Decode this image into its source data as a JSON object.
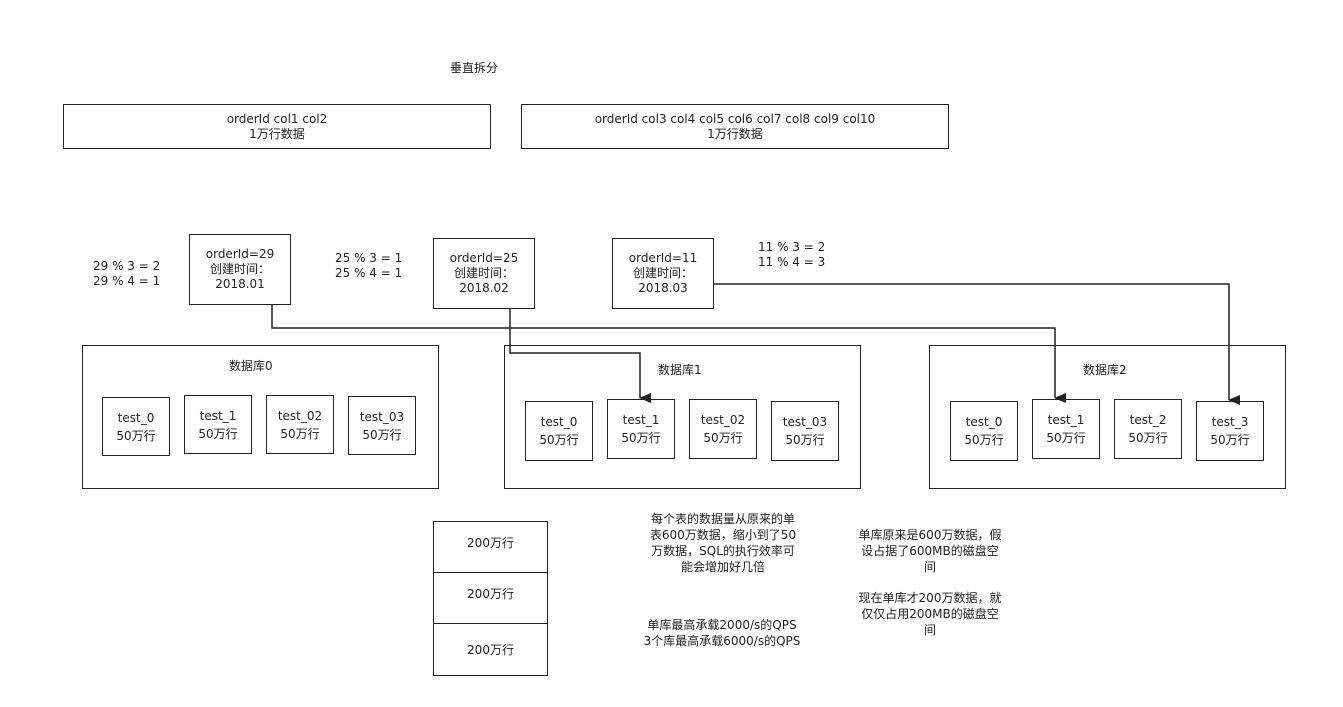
{
  "title": "垂直拆分",
  "vertical_split": {
    "left": {
      "cols": "orderId col1 col2",
      "rows": "1万行数据"
    },
    "right": {
      "cols": "orderId col3 col4 col5 col6 col7 col8 col9 col10",
      "rows": "1万行数据"
    }
  },
  "orders": [
    {
      "id": "orderId=29",
      "created_label": "创建时间：",
      "date": "2018.01",
      "mod1": "29 % 3 = 2",
      "mod2": "29 % 4 = 1"
    },
    {
      "id": "orderId=25",
      "created_label": "创建时间：",
      "date": "2018.02",
      "mod1": "25 % 3 = 1",
      "mod2": "25 % 4 = 1"
    },
    {
      "id": "orderId=11",
      "created_label": "创建时间：",
      "date": "2018.03",
      "mod1": "11 % 3 = 2",
      "mod2": "11 % 4 = 3"
    }
  ],
  "databases": [
    {
      "name": "数据库0",
      "tables": [
        {
          "name": "test_0",
          "rows": "50万行"
        },
        {
          "name": "test_1",
          "rows": "50万行"
        },
        {
          "name": "test_02",
          "rows": "50万行"
        },
        {
          "name": "test_03",
          "rows": "50万行"
        }
      ]
    },
    {
      "name": "数据库1",
      "tables": [
        {
          "name": "test_0",
          "rows": "50万行"
        },
        {
          "name": "test_1",
          "rows": "50万行"
        },
        {
          "name": "test_02",
          "rows": "50万行"
        },
        {
          "name": "test_03",
          "rows": "50万行"
        }
      ]
    },
    {
      "name": "数据库2",
      "tables": [
        {
          "name": "test_0",
          "rows": "50万行"
        },
        {
          "name": "test_1",
          "rows": "50万行"
        },
        {
          "name": "test_2",
          "rows": "50万行"
        },
        {
          "name": "test_3",
          "rows": "50万行"
        }
      ]
    }
  ],
  "stack": [
    "200万行",
    "200万行",
    "200万行"
  ],
  "notes": {
    "table_reduction": [
      "每个表的数据量从原来的单",
      "表600万数据，缩小到了50",
      "万数据，SQL的执行效率可",
      "能会增加好几倍"
    ],
    "qps": [
      "单库最高承载2000/s的QPS",
      "3个库最高承载6000/s的QPS"
    ],
    "disk_before": [
      "单库原来是600万数据，假",
      "设占据了600MB的磁盘空",
      "间"
    ],
    "disk_after": [
      "现在单库才200万数据，就",
      "仅仅占用200MB的磁盘空",
      "间"
    ]
  }
}
